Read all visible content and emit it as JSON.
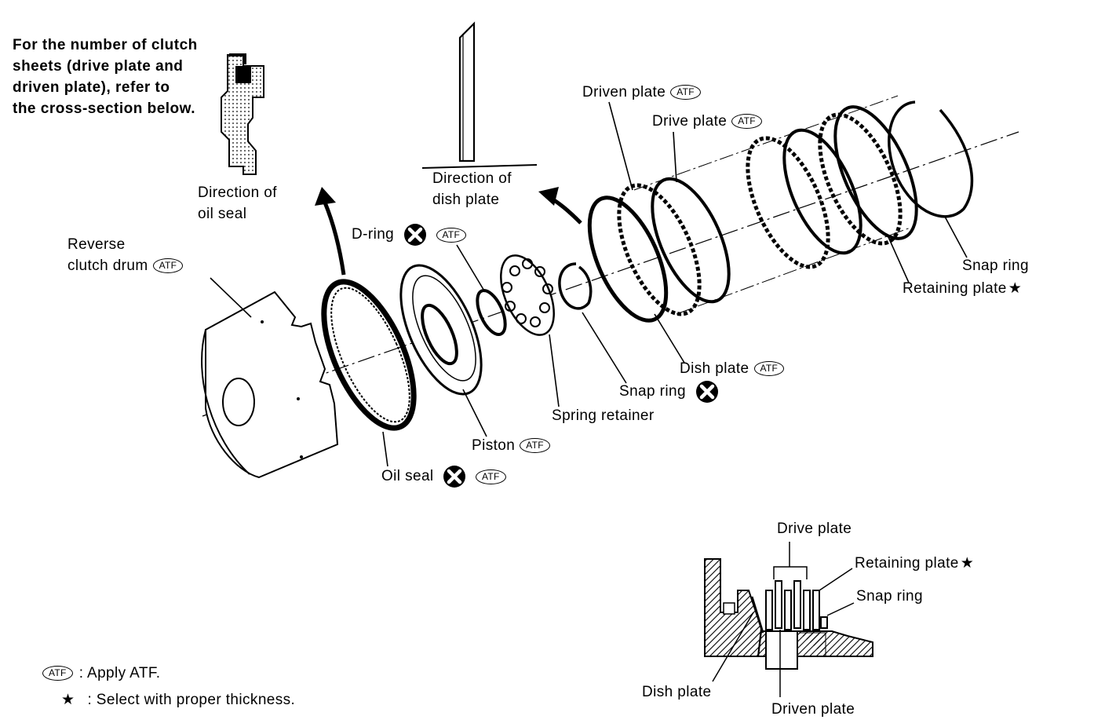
{
  "note": "For the number of clutch sheets (drive plate and driven plate), refer to the cross-section below.",
  "badge_text": "ATF",
  "star_symbol": "★",
  "labels": {
    "direction_oil_seal_1": "Direction of",
    "direction_oil_seal_2": "oil seal",
    "direction_dish_plate_1": "Direction of",
    "direction_dish_plate_2": "dish plate",
    "reverse_clutch_drum_1": "Reverse",
    "reverse_clutch_drum_2": "clutch drum",
    "d_ring": "D-ring",
    "driven_plate": "Driven plate",
    "drive_plate": "Drive plate",
    "snap_ring_outer": "Snap ring",
    "retaining_plate": "Retaining plate",
    "dish_plate": "Dish plate",
    "snap_ring_inner": "Snap ring",
    "spring_retainer": "Spring retainer",
    "piston": "Piston",
    "oil_seal": "Oil seal"
  },
  "cross_section": {
    "drive_plate": "Drive plate",
    "retaining_plate": "Retaining plate",
    "snap_ring": "Snap ring",
    "dish_plate": "Dish plate",
    "driven_plate": "Driven plate"
  },
  "legend": {
    "atf_text": ": Apply ATF.",
    "star_text": ": Select with proper thickness."
  }
}
